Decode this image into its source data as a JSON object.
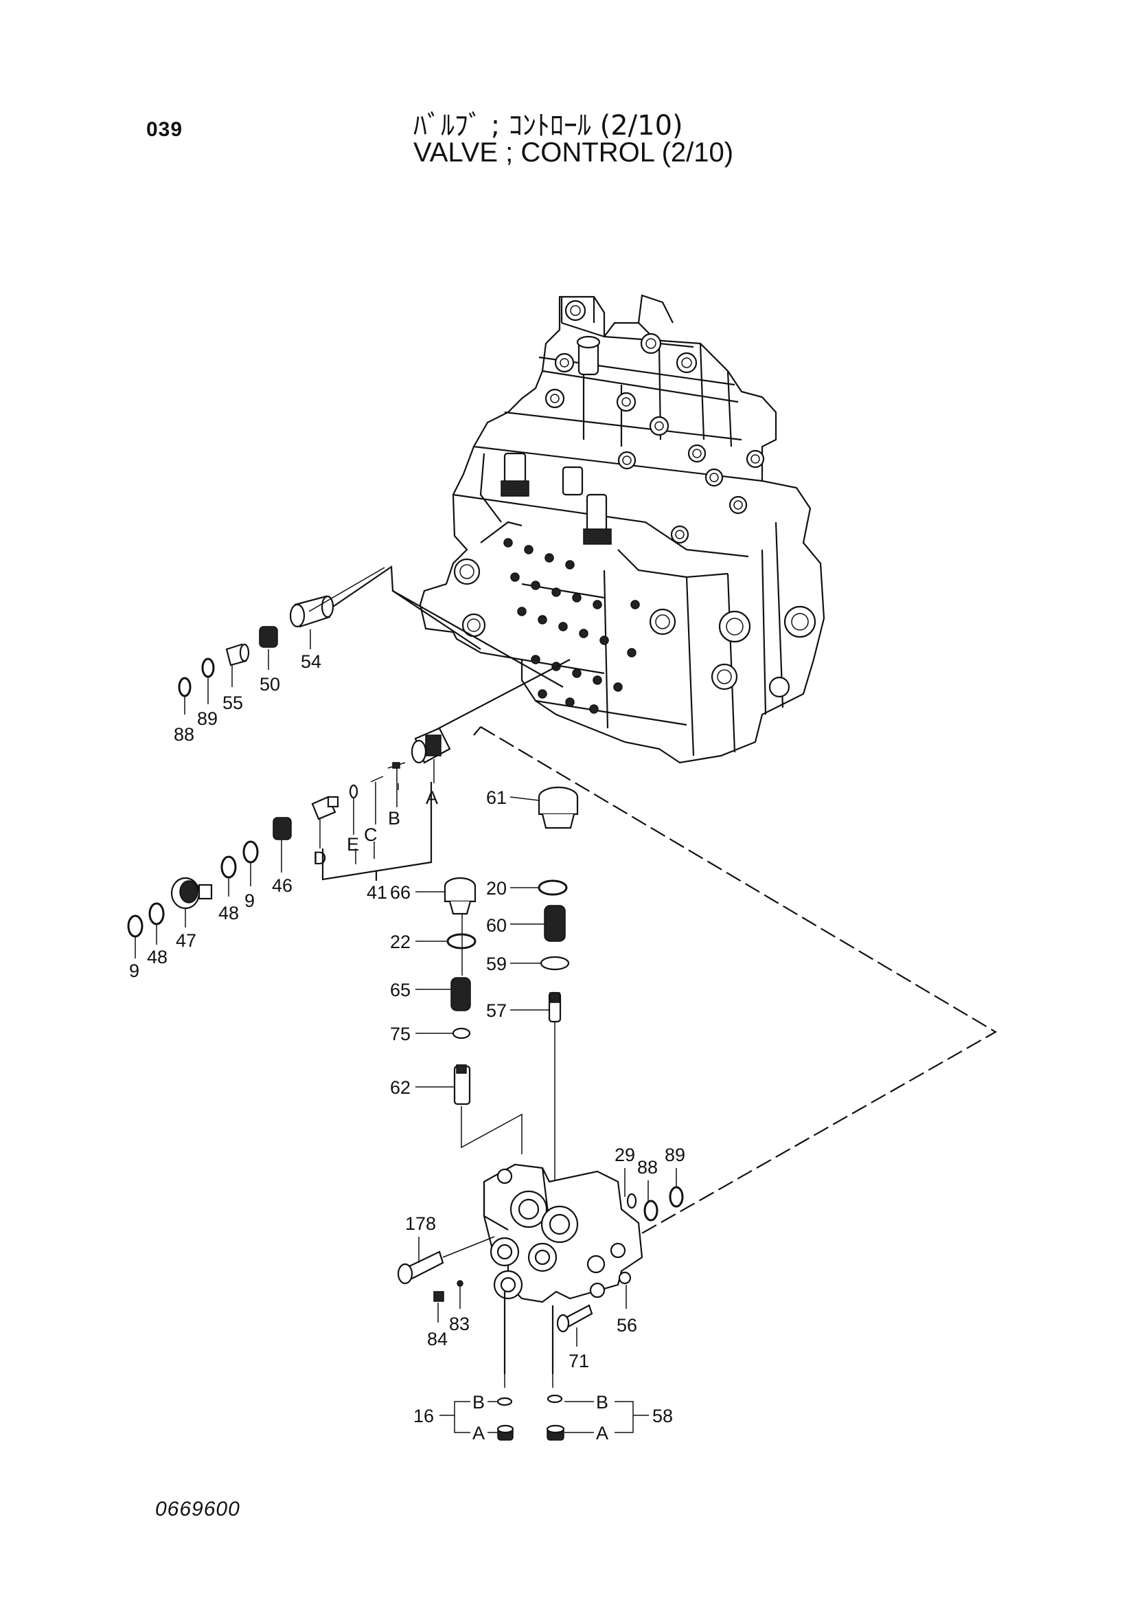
{
  "header": {
    "page_number": "039",
    "title_jp": "ﾊﾞﾙﾌﾞ ; ｺﾝﾄﾛｰﾙ (2/10)",
    "title_en": "VALVE ; CONTROL (2/10)"
  },
  "footer": {
    "doc_code": "0669600"
  },
  "callouts": {
    "c54": "54",
    "c50": "50",
    "c55": "55",
    "c89a": "89",
    "c88a": "88",
    "cA1": "A",
    "cB1": "B",
    "cC1": "C",
    "cE1": "E",
    "cD1": "D",
    "c41": "41",
    "c46": "46",
    "c9a": "9",
    "c48a": "48",
    "c47": "47",
    "c48b": "48",
    "c9b": "9",
    "c61": "61",
    "c20": "20",
    "c60": "60",
    "c59": "59",
    "c57": "57",
    "c66": "66",
    "c22": "22",
    "c65": "65",
    "c75": "75",
    "c62": "62",
    "c29": "29",
    "c88b": "88",
    "c89b": "89",
    "c178": "178",
    "c84": "84",
    "c83": "83",
    "c56": "56",
    "c71": "71",
    "c16": "16",
    "cB16": "B",
    "cA16": "A",
    "c58": "58",
    "cB58": "B",
    "cA58": "A"
  }
}
